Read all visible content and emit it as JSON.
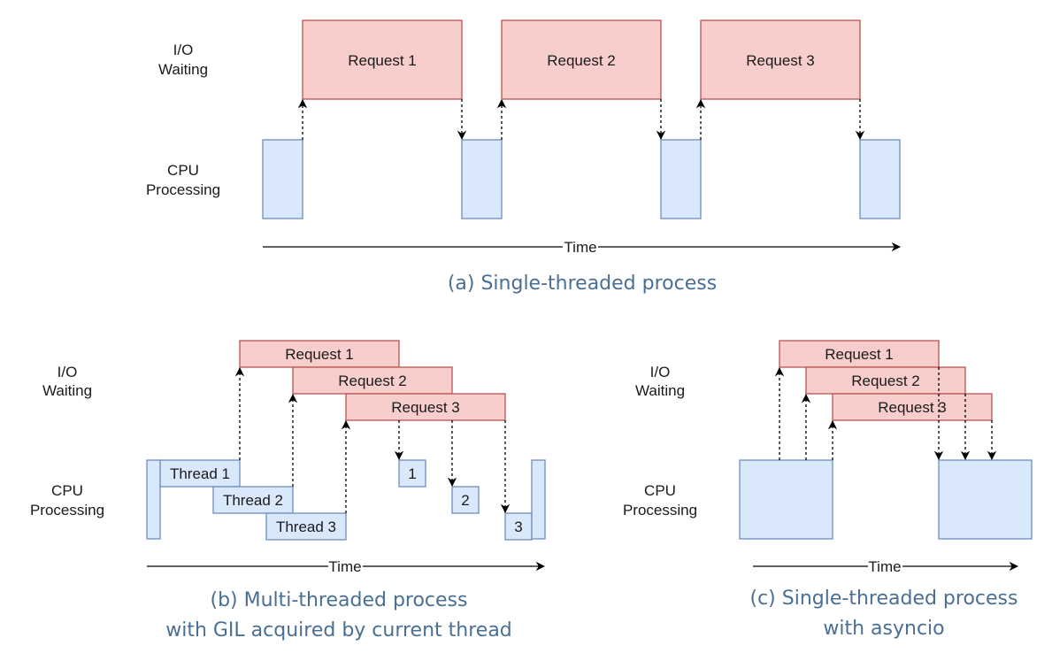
{
  "panels": {
    "a": {
      "io_label_1": "I/O",
      "io_label_2": "Waiting",
      "cpu_label_1": "CPU",
      "cpu_label_2": "Processing",
      "requests": [
        "Request 1",
        "Request 2",
        "Request 3"
      ],
      "time_label": "Time",
      "caption": "(a) Single-threaded process"
    },
    "b": {
      "io_label_1": "I/O",
      "io_label_2": "Waiting",
      "cpu_label_1": "CPU",
      "cpu_label_2": "Processing",
      "requests": [
        "Request 1",
        "Request 2",
        "Request 3"
      ],
      "threads": [
        "Thread 1",
        "Thread 2",
        "Thread 3"
      ],
      "resumes": [
        "1",
        "2",
        "3"
      ],
      "time_label": "Time",
      "caption_1": "(b) Multi-threaded process",
      "caption_2": "with GIL acquired by current thread"
    },
    "c": {
      "io_label_1": "I/O",
      "io_label_2": "Waiting",
      "cpu_label_1": "CPU",
      "cpu_label_2": "Processing",
      "requests": [
        "Request 1",
        "Request 2",
        "Request 3"
      ],
      "time_label": "Time",
      "caption_1": "(c) Single-threaded process",
      "caption_2": "with asyncio"
    }
  },
  "colors": {
    "request_fill": "#f8cecc",
    "request_stroke": "#b85450",
    "cpu_fill": "#dae8fc",
    "cpu_stroke": "#6c8ebf",
    "caption": "#4a6f94"
  }
}
